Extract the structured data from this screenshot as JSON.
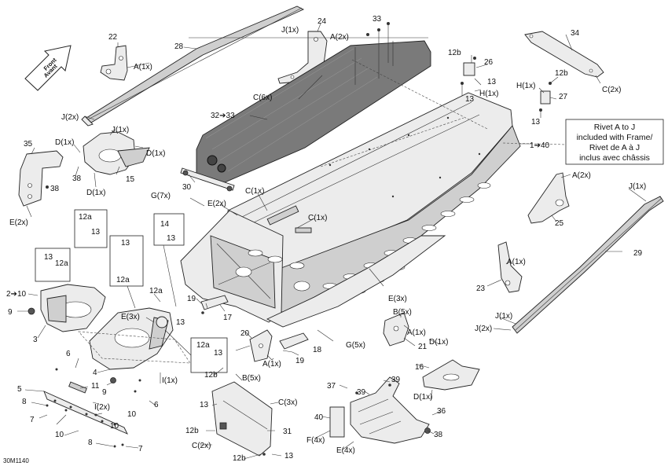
{
  "figure": {
    "reference_code": "30M1140",
    "front_arrow": {
      "line1": "Front",
      "line2": "Avant"
    },
    "note": {
      "line1": "Rivet A to J",
      "line2": "included with Frame/",
      "line3": "Rivet de A à J",
      "line4": "inclus avec châssis"
    }
  },
  "callouts": [
    {
      "id": "c22",
      "text": "22"
    },
    {
      "id": "c28",
      "text": "28"
    },
    {
      "id": "cA1a",
      "text": "A(1x)"
    },
    {
      "id": "c24",
      "text": "24"
    },
    {
      "id": "cJ1a",
      "text": "J(1x)"
    },
    {
      "id": "cA2a",
      "text": "A(2x)"
    },
    {
      "id": "c33a",
      "text": "33"
    },
    {
      "id": "c34",
      "text": "34"
    },
    {
      "id": "cC2a",
      "text": "C(2x)"
    },
    {
      "id": "c12b_a",
      "text": "12b"
    },
    {
      "id": "c26",
      "text": "26"
    },
    {
      "id": "c13a",
      "text": "13"
    },
    {
      "id": "cH1a",
      "text": "H(1x)"
    },
    {
      "id": "c13b",
      "text": "13"
    },
    {
      "id": "cH1b",
      "text": "H(1x)"
    },
    {
      "id": "c12b_b",
      "text": "12b"
    },
    {
      "id": "c27",
      "text": "27"
    },
    {
      "id": "c13c",
      "text": "13"
    },
    {
      "id": "cC6",
      "text": "C(6x)"
    },
    {
      "id": "c32_33",
      "text": "32➔33"
    },
    {
      "id": "cJ2a",
      "text": "J(2x)"
    },
    {
      "id": "cJ1b",
      "text": "J(1x)"
    },
    {
      "id": "c35",
      "text": "35"
    },
    {
      "id": "cD1a",
      "text": "D(1x)"
    },
    {
      "id": "cD1b",
      "text": "D(1x)"
    },
    {
      "id": "c38a",
      "text": "38"
    },
    {
      "id": "c15",
      "text": "15"
    },
    {
      "id": "cD1c",
      "text": "D(1x)"
    },
    {
      "id": "c38b",
      "text": "38"
    },
    {
      "id": "cE2a",
      "text": "E(2x)"
    },
    {
      "id": "c30",
      "text": "30"
    },
    {
      "id": "c1_40",
      "text": "1➔40"
    },
    {
      "id": "cA2b",
      "text": "A(2x)"
    },
    {
      "id": "cG7",
      "text": "G(7x)"
    },
    {
      "id": "cC1a",
      "text": "C(1x)"
    },
    {
      "id": "cE2b",
      "text": "E(2x)"
    },
    {
      "id": "cC1b",
      "text": "C(1x)"
    },
    {
      "id": "cJ1c",
      "text": "J(1x)"
    },
    {
      "id": "c25",
      "text": "25"
    },
    {
      "id": "c12a_a",
      "text": "12a"
    },
    {
      "id": "c13d",
      "text": "13"
    },
    {
      "id": "c14",
      "text": "14"
    },
    {
      "id": "c13e",
      "text": "13"
    },
    {
      "id": "c29",
      "text": "29"
    },
    {
      "id": "c13f",
      "text": "13"
    },
    {
      "id": "c12a_b",
      "text": "12a"
    },
    {
      "id": "c13g",
      "text": "13"
    },
    {
      "id": "c12a_c",
      "text": "12a"
    },
    {
      "id": "cA1b",
      "text": "A(1x)"
    },
    {
      "id": "c23",
      "text": "23"
    },
    {
      "id": "c2_10",
      "text": "2➔10"
    },
    {
      "id": "c12a_d",
      "text": "12a"
    },
    {
      "id": "cE3a",
      "text": "E(3x)"
    },
    {
      "id": "c9a",
      "text": "9"
    },
    {
      "id": "c19a",
      "text": "19"
    },
    {
      "id": "c17",
      "text": "17"
    },
    {
      "id": "cE3b",
      "text": "E(3x)"
    },
    {
      "id": "cJ1d",
      "text": "J(1x)"
    },
    {
      "id": "cJ2b",
      "text": "J(2x)"
    },
    {
      "id": "cB5a",
      "text": "B(5x)"
    },
    {
      "id": "c13h",
      "text": "13"
    },
    {
      "id": "c3",
      "text": "3"
    },
    {
      "id": "c20",
      "text": "20"
    },
    {
      "id": "cA1c",
      "text": "A(1x)"
    },
    {
      "id": "c21",
      "text": "21"
    },
    {
      "id": "c12a_e",
      "text": "12a"
    },
    {
      "id": "c13i",
      "text": "13"
    },
    {
      "id": "c18",
      "text": "18"
    },
    {
      "id": "cG5",
      "text": "G(5x)"
    },
    {
      "id": "c6a",
      "text": "6"
    },
    {
      "id": "cA1d",
      "text": "A(1x)"
    },
    {
      "id": "c19b",
      "text": "19"
    },
    {
      "id": "cD1d",
      "text": "D(1x)"
    },
    {
      "id": "c4",
      "text": "4"
    },
    {
      "id": "c12b_c",
      "text": "12b"
    },
    {
      "id": "cB5b",
      "text": "B(5x)"
    },
    {
      "id": "cI1",
      "text": "I(1x)"
    },
    {
      "id": "c16",
      "text": "16"
    },
    {
      "id": "c5",
      "text": "5"
    },
    {
      "id": "c11",
      "text": "11"
    },
    {
      "id": "c9b",
      "text": "9"
    },
    {
      "id": "c37",
      "text": "37"
    },
    {
      "id": "c39a",
      "text": "39"
    },
    {
      "id": "c39b",
      "text": "39"
    },
    {
      "id": "cD1e",
      "text": "D(1x)"
    },
    {
      "id": "c8a",
      "text": "8"
    },
    {
      "id": "cI2",
      "text": "I(2x)"
    },
    {
      "id": "c6b",
      "text": "6"
    },
    {
      "id": "c13j",
      "text": "13"
    },
    {
      "id": "cC3",
      "text": "C(3x)"
    },
    {
      "id": "c7a",
      "text": "7"
    },
    {
      "id": "c10a",
      "text": "10"
    },
    {
      "id": "c40",
      "text": "40"
    },
    {
      "id": "c36",
      "text": "36"
    },
    {
      "id": "c10b",
      "text": "10"
    },
    {
      "id": "c12b_d",
      "text": "12b"
    },
    {
      "id": "c31",
      "text": "31"
    },
    {
      "id": "cF4",
      "text": "F(4x)"
    },
    {
      "id": "c10c",
      "text": "10"
    },
    {
      "id": "cC2b",
      "text": "C(2x)"
    },
    {
      "id": "c38c",
      "text": "38"
    },
    {
      "id": "c8b",
      "text": "8"
    },
    {
      "id": "c7b",
      "text": "7"
    },
    {
      "id": "cE4",
      "text": "E(4x)"
    },
    {
      "id": "c12b_e",
      "text": "12b"
    },
    {
      "id": "c13k",
      "text": "13"
    }
  ]
}
